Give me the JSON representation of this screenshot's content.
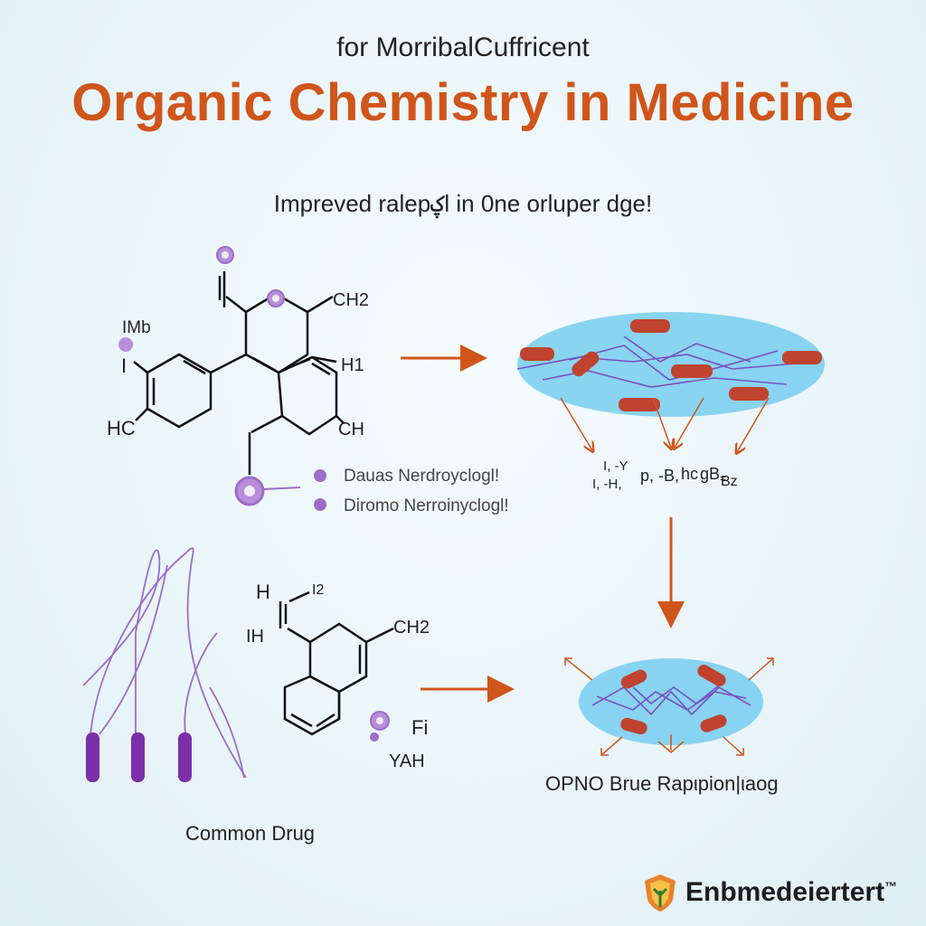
{
  "header": {
    "pretitle": "for MorribalCuffricent",
    "title": "Organic Chemistry in Medicine",
    "subtitle": "Impreved ralepؼl in 0ne orluper dge!"
  },
  "molecule_top": {
    "atoms": [
      "IMb",
      "HC",
      "CH2",
      "H1",
      "CH"
    ]
  },
  "legend": [
    {
      "label": "Dauas Nerdroycloglǃ",
      "color": "#9b6dc9"
    },
    {
      "label": "Diromo Nerroinycloglǃ",
      "color": "#9b6dc9"
    }
  ],
  "cell_top_labels": [
    "I,  -Y",
    "I,  -H,",
    "p, -B,",
    "hc",
    "gB",
    "=",
    "Bz"
  ],
  "molecule_bottom": {
    "atoms": [
      "H",
      "I2",
      "IH",
      "CH2",
      "Fi",
      "YAH"
    ]
  },
  "captions": {
    "common_drug": "Common Drug",
    "cell_bottom": "OPNO Brue Rapιpion|ιaog"
  },
  "brand": {
    "name": "Enbmedeiertert",
    "tm": "™"
  },
  "colors": {
    "title": "#d0551a",
    "arrow": "#d0551a",
    "purple": "#9b6dc9",
    "cell": "#7dcff0",
    "bacteria": "#c0432f"
  }
}
